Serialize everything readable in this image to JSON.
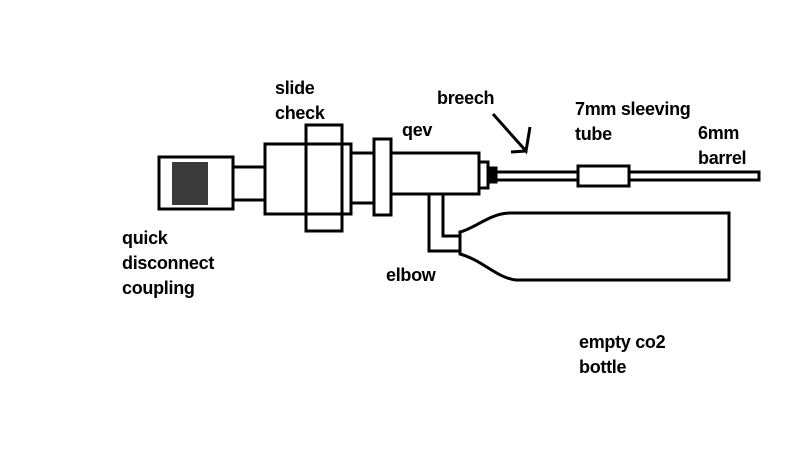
{
  "colors": {
    "background": "#ffffff",
    "ink": "#000000"
  },
  "labels": {
    "quick_disconnect": [
      "quick",
      "disconnect",
      "coupling"
    ],
    "slide_check": [
      "slide",
      "check"
    ],
    "qev": [
      "qev"
    ],
    "breech": [
      "breech"
    ],
    "sleeving_tube": [
      "7mm sleeving",
      "tube"
    ],
    "barrel": [
      "6mm",
      "barrel"
    ],
    "elbow": [
      "elbow"
    ],
    "co2_bottle": [
      "empty co2",
      "bottle"
    ]
  }
}
